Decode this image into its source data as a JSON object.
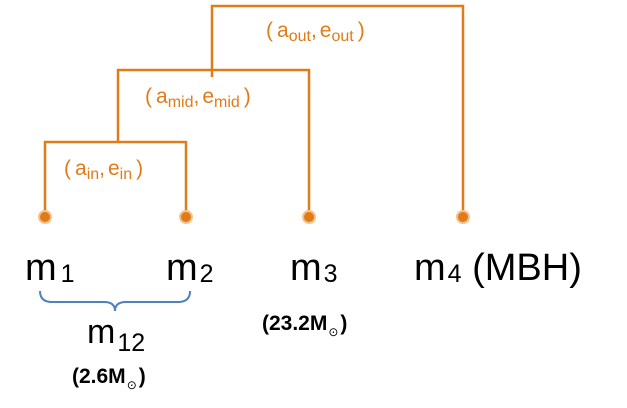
{
  "colors": {
    "tree": "#E07B1A",
    "brace": "#4F81BD",
    "text": "#000000"
  },
  "orbits": {
    "outer": {
      "open": "(",
      "a": "a",
      "a_sub": "out",
      "sep": ",",
      "e": "e",
      "e_sub": "out",
      "close": ")"
    },
    "middle": {
      "open": "(",
      "a": "a",
      "a_sub": "mid",
      "sep": ",",
      "e": "e",
      "e_sub": "mid",
      "close": ")"
    },
    "inner": {
      "open": "(",
      "a": "a",
      "a_sub": "in",
      "sep": ",",
      "e": "e",
      "e_sub": "in",
      "close": ")"
    }
  },
  "bodies": [
    {
      "symbol": "m",
      "sub": "1",
      "suffix": ""
    },
    {
      "symbol": "m",
      "sub": "2",
      "suffix": ""
    },
    {
      "symbol": "m",
      "sub": "3",
      "suffix": ""
    },
    {
      "symbol": "m",
      "sub": "4",
      "suffix": " (MBH)"
    }
  ],
  "pair": {
    "symbol": "m",
    "sub": "12",
    "mass": "(2.6M",
    "mass_close": ")",
    "sun": "⊙"
  },
  "m3_mass": {
    "text": "(23.2M",
    "close": ")",
    "sun": "⊙"
  }
}
